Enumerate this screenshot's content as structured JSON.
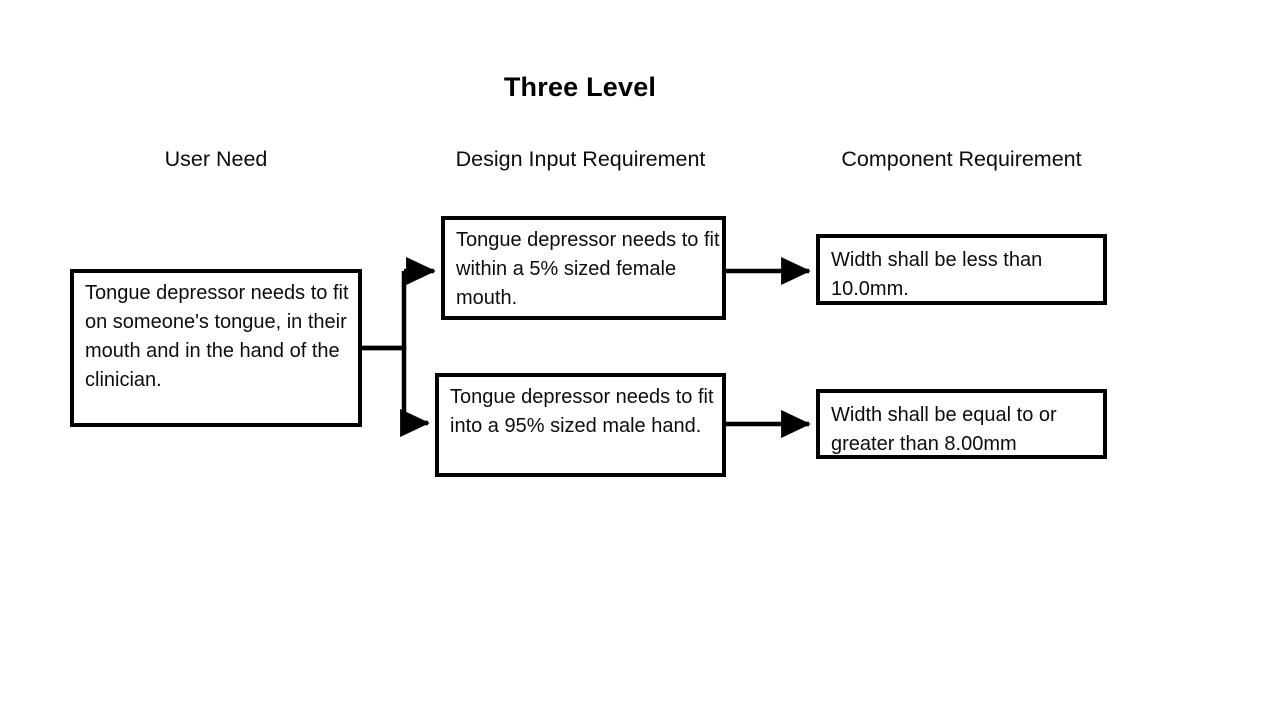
{
  "title": "Three Level",
  "columns": [
    {
      "id": "user-need",
      "label": "User Need"
    },
    {
      "id": "design-input-requirement",
      "label": "Design Input Requirement"
    },
    {
      "id": "component-requirement",
      "label": "Component Requirement"
    }
  ],
  "nodes": {
    "user_need": "Tongue depressor needs to fit on someone's tongue, in their mouth and in the hand of the clinician.",
    "design_input_top": "Tongue depressor needs to fit within a 5% sized female mouth.",
    "design_input_bottom": "Tongue depressor needs to fit into a 95% sized male hand.",
    "component_top": "Width shall be less than 10.0mm.",
    "component_bottom": "Width shall be equal to or greater than 8.00mm"
  },
  "colors": {
    "background": "#ffffff",
    "text": "#0d0d0d",
    "border": "#000000",
    "connector": "#000000"
  },
  "connectors": [
    {
      "id": "user-need-to-design-input-top",
      "from": "user_need",
      "to": "design_input_top",
      "style": "elbow-arrow"
    },
    {
      "id": "user-need-to-design-input-bottom",
      "from": "user_need",
      "to": "design_input_bottom",
      "style": "elbow-arrow"
    },
    {
      "id": "design-input-top-to-component-top",
      "from": "design_input_top",
      "to": "component_top",
      "style": "straight-arrow"
    },
    {
      "id": "design-input-bottom-to-component-bottom",
      "from": "design_input_bottom",
      "to": "component_bottom",
      "style": "straight-arrow"
    }
  ]
}
